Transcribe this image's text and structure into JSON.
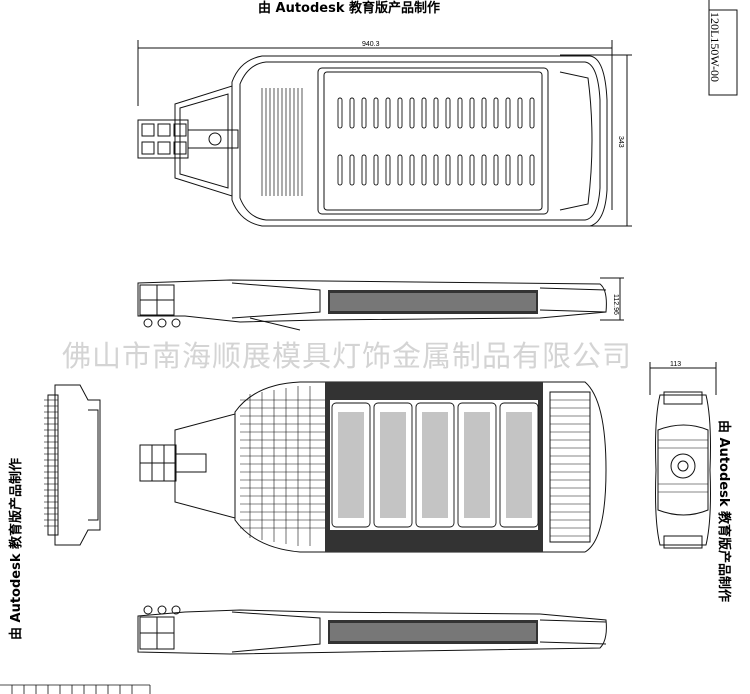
{
  "stamps": {
    "top": "由 Autodesk 教育版产品制作",
    "left": "由 Autodesk 教育版产品制作",
    "right": "由 Autodesk 教育版产品制作"
  },
  "watermark": "佛山市南海顺展模具灯饰金属制品有限公司",
  "part_code": "120L150W-00",
  "dimensions": {
    "width": "940.3",
    "depth": "343",
    "height": "112.96",
    "end_width": "113"
  },
  "colors": {
    "line": "#111111",
    "watermark": "#d4d4d4"
  }
}
